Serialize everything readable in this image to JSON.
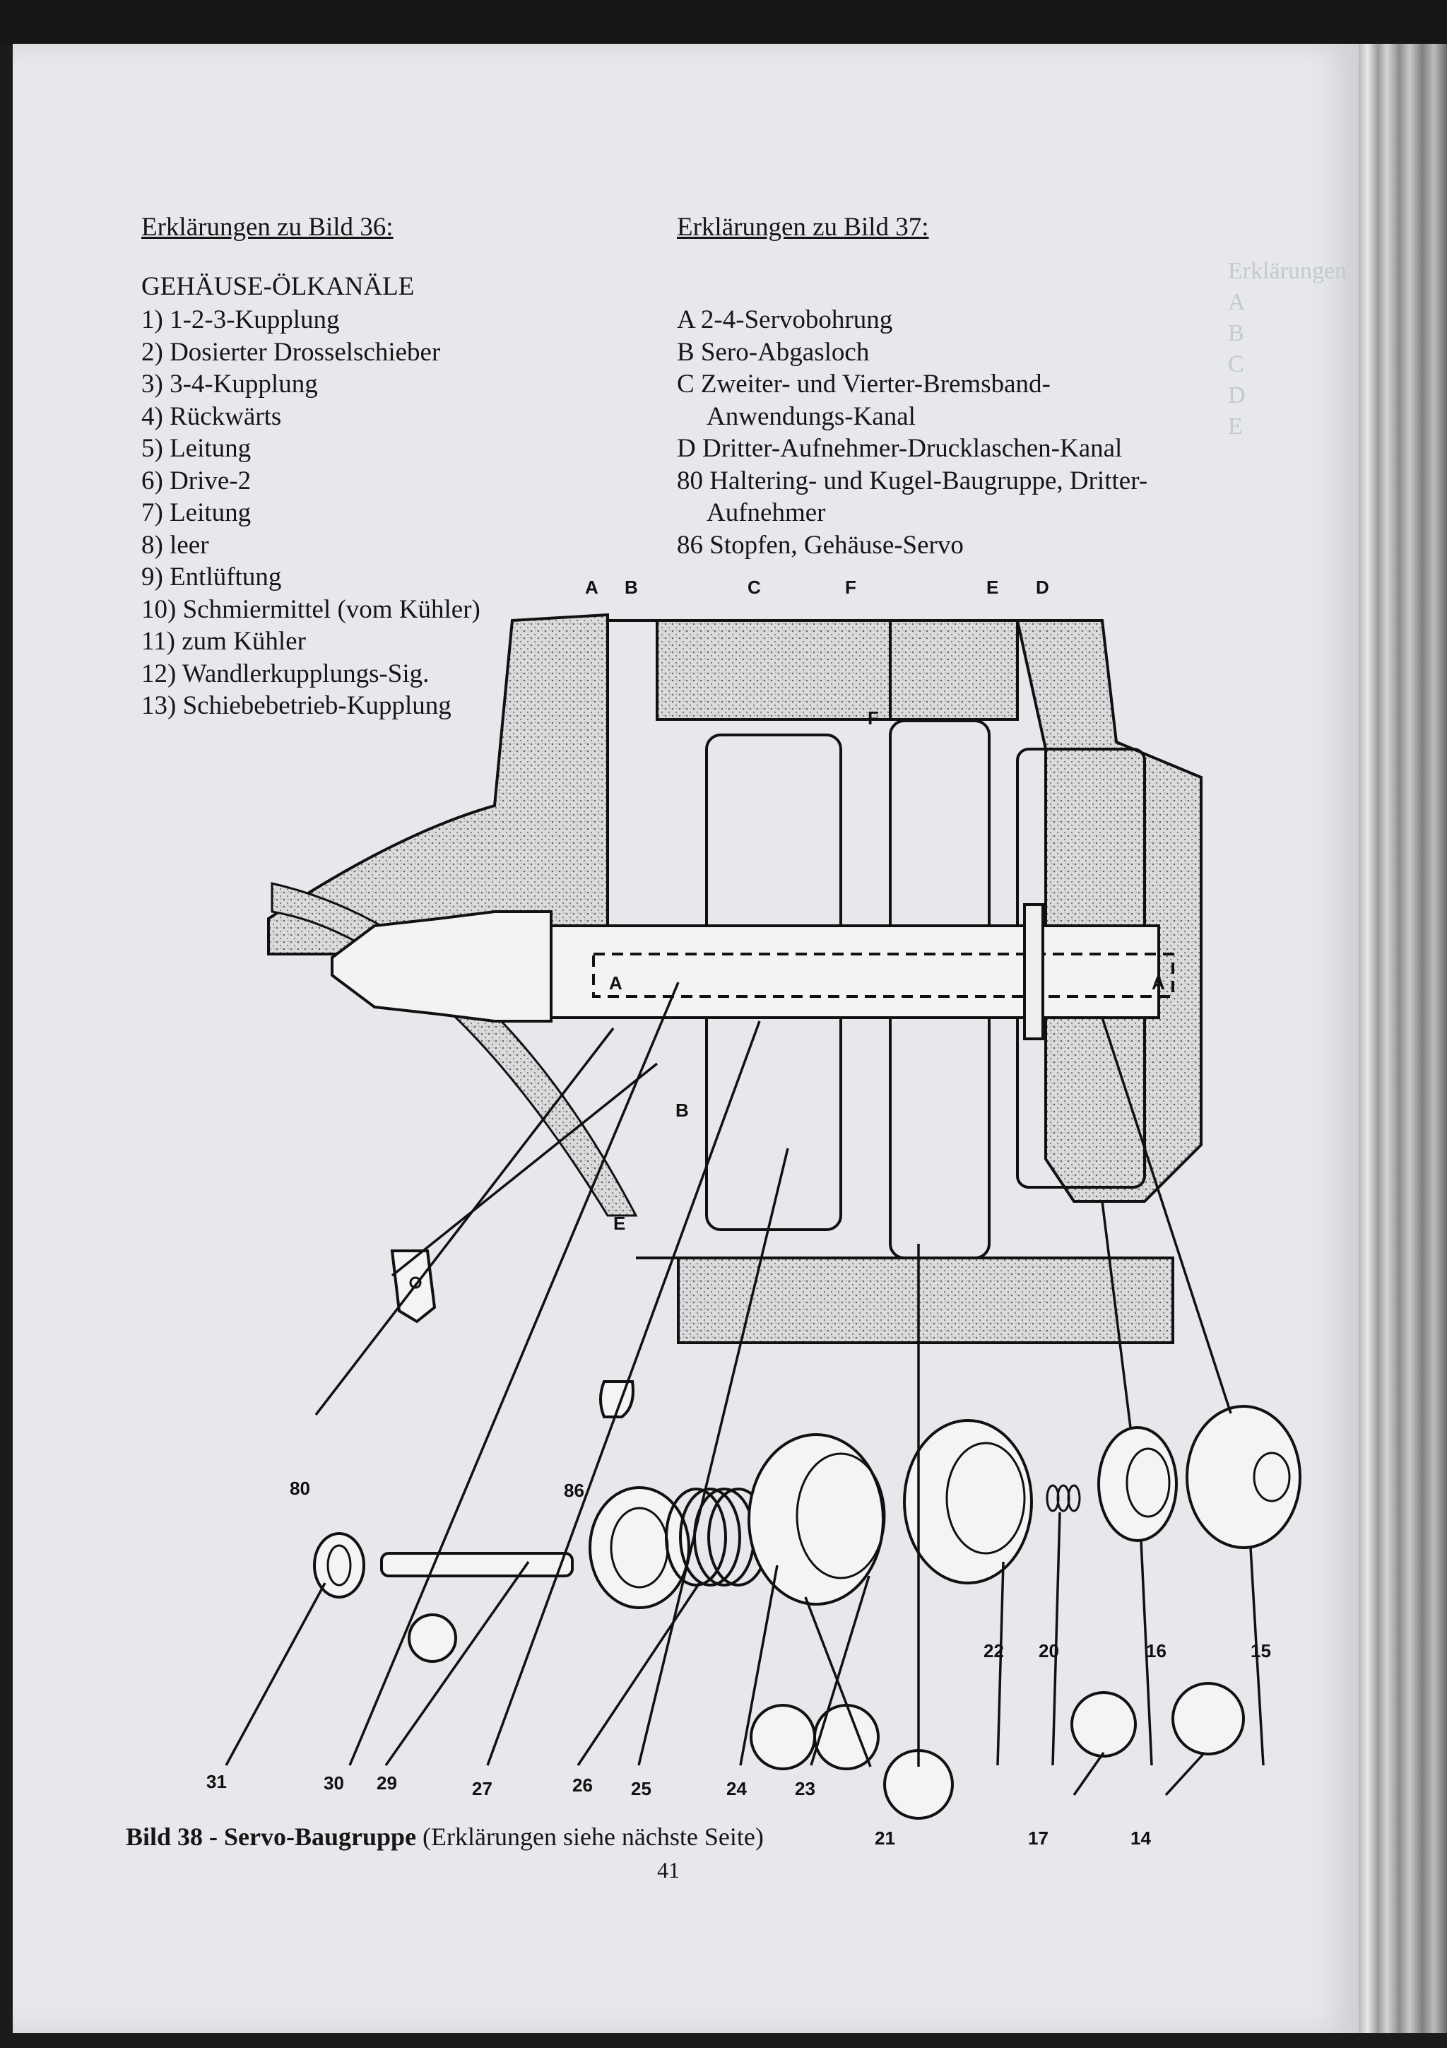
{
  "left_legend": {
    "heading": "Erklärungen zu Bild 36:",
    "subheading": "GEHÄUSE-ÖLKANÄLE",
    "items": [
      "1) 1-2-3-Kupplung",
      "2) Dosierter Drosselschieber",
      "3) 3-4-Kupplung",
      "4) Rückwärts",
      "5) Leitung",
      "6) Drive-2",
      "7) Leitung",
      "8) leer",
      "9) Entlüftung",
      "10) Schmiermittel (vom Kühler)",
      "11) zum Kühler",
      "12) Wandlerkupplungs-Sig.",
      "13) Schiebebetrieb-Kupplung"
    ]
  },
  "right_legend": {
    "heading": "Erklärungen zu Bild 37:",
    "items": [
      "A 2-4-Servobohrung",
      "B Sero-Abgasloch",
      "C Zweiter- und Vierter-Bremsband-",
      "Anwendungs-Kanal",
      "D Dritter-Aufnehmer-Drucklaschen-Kanal",
      "80 Haltering- und Kugel-Baugruppe, Dritter-",
      "Aufnehmer",
      "86 Stopfen, Gehäuse-Servo"
    ]
  },
  "diagram": {
    "letter_labels": [
      "A",
      "B",
      "C",
      "F",
      "E",
      "D",
      "F",
      "A",
      "A",
      "B",
      "E"
    ],
    "part_numbers": [
      "80",
      "86",
      "31",
      "30",
      "29",
      "27",
      "26",
      "25",
      "24",
      "23",
      "21",
      "22",
      "20",
      "16",
      "15",
      "17",
      "14"
    ]
  },
  "caption": {
    "bold": "Bild 38 - Servo-Baugruppe",
    "rest": " (Erklärungen siehe nächste Seite)"
  },
  "page_number": "41"
}
